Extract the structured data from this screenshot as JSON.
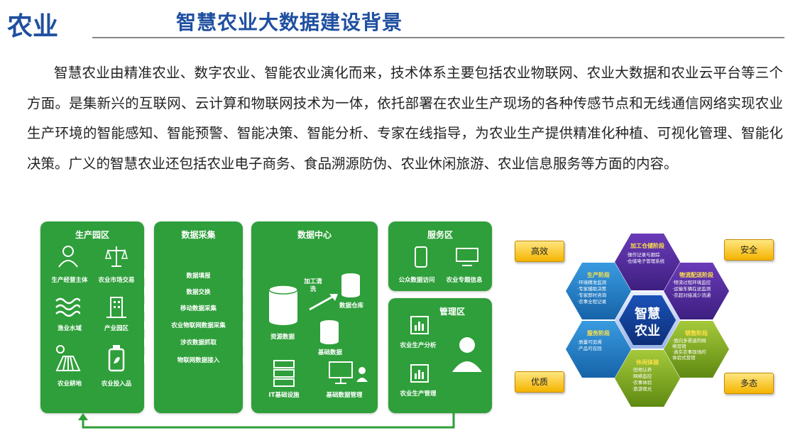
{
  "header": {
    "section": "农业",
    "title": "智慧农业大数据建设背景"
  },
  "paragraph": "智慧农业由精准农业、数字农业、智能农业演化而来，技术体系主要包括农业物联网、农业大数据和农业云平台等三个方面。是集新兴的互联网、云计算和物联网技术为一体，依托部署在农业生产现场的各种传感节点和无线通信网络实现农业生产环境的智能感知、智能预警、智能决策、智能分析、专家在线指导，为农业生产提供精准化种植、可视化管理、智能化决策。广义的智慧农业还包括农业电子商务、食品溯源防伪、农业休闲旅游、农业信息服务等方面的内容。",
  "diagram": {
    "production": {
      "title": "生产园区",
      "items": [
        "生产经营主体",
        "农业市场交易",
        "渔业水域",
        "产业园区",
        "农业耕地",
        "农业投入品"
      ]
    },
    "collection": {
      "title": "数据采集",
      "items": [
        "数据填报",
        "数据交换",
        "移动数据采集",
        "农业物联网数据采集",
        "涉农数据抓取",
        "物联网数据接入"
      ]
    },
    "datacenter": {
      "title": "数据中心",
      "items": [
        "加工清洗",
        "数据仓库",
        "资源数据",
        "基础数据",
        "IT基础设施",
        "基础数据管理"
      ]
    },
    "service": {
      "title": "服务区",
      "items": [
        "公众数据访问",
        "农业专题信息"
      ]
    },
    "management": {
      "title": "管理区",
      "items": [
        "农业生产分析",
        "农业生产管理"
      ]
    }
  },
  "hex": {
    "center": [
      "智慧",
      "农业"
    ],
    "cells": [
      {
        "title": "加工仓储阶段",
        "lines": [
          "·操作记录与跟踪",
          "·仓储电子管理系统"
        ]
      },
      {
        "title": "生产阶段",
        "lines": [
          "·环境精准监测",
          "·专家辅助决策",
          "·专家即时咨询",
          "·农事全程记录"
        ]
      },
      {
        "title": "物流配送阶段",
        "lines": [
          "·物流过程环境监控",
          "·运输车辆在途监测",
          "·农超对接减少流通"
        ]
      },
      {
        "title": "服务阶段",
        "lines": [
          "·质量可追溯",
          "·产品可召回"
        ]
      },
      {
        "title": "销售阶段",
        "lines": [
          "·面向多渠道的网",
          "  络营销",
          "·真实农事现场的",
          "  体验式营销"
        ]
      },
      {
        "title": "休闲体验",
        "lines": [
          "·田地认养",
          "·网络监控",
          "·农事体验",
          "·旅游观光"
        ]
      }
    ],
    "tags": [
      "高效",
      "安全",
      "优质",
      "多态"
    ]
  }
}
